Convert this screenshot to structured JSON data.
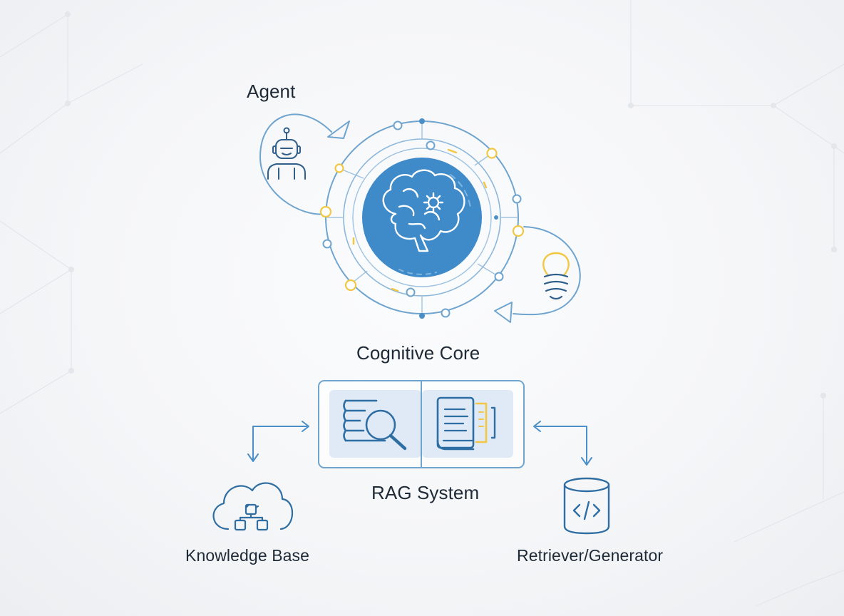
{
  "labels": {
    "agent": "Agent",
    "core": "Cognitive Core",
    "rag": "RAG System",
    "knowledge_base": "Knowledge Base",
    "retriever_generator": "Retriever/Generator"
  },
  "colors": {
    "primary_blue": "#4a8fc7",
    "line_blue": "#6fa4cf",
    "accent_yellow": "#f2c744",
    "core_fill": "#3f8bc9",
    "panel_fill": "#dfeaf6",
    "text_dark": "#1f2a37"
  },
  "icons": {
    "agent": "robot-icon",
    "core": "brain-gear-icon",
    "idea": "lightbulb-icon",
    "search": "document-search-icon",
    "book": "book-document-icon",
    "knowledge": "cloud-cubes-icon",
    "database": "database-code-icon"
  }
}
